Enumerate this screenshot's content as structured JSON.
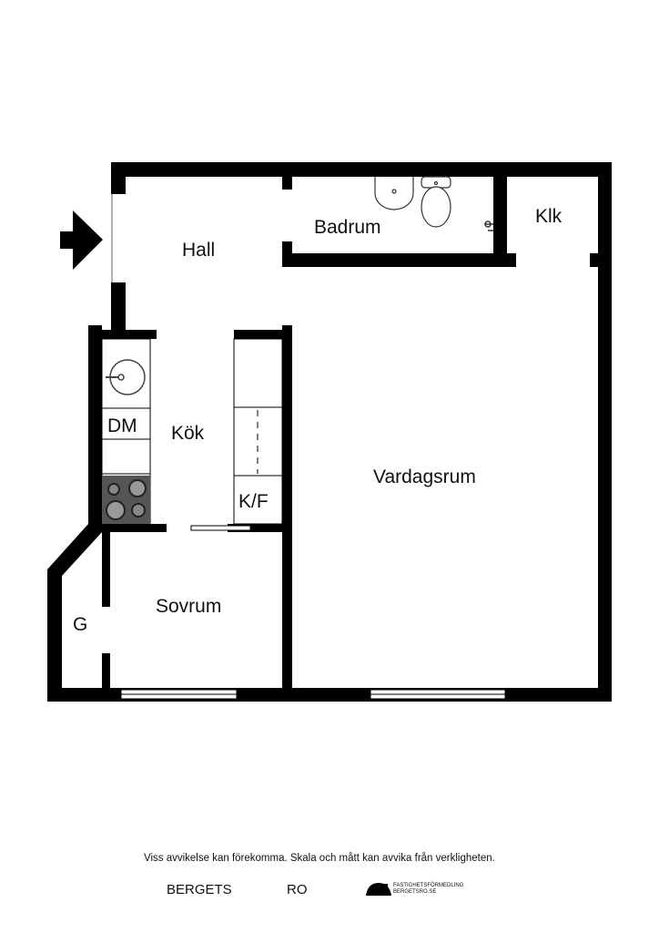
{
  "rooms": {
    "hall": "Hall",
    "badrum": "Badrum",
    "klk": "Klk",
    "kok": "Kök",
    "dm": "DM",
    "kf": "K/F",
    "vardagsrum": "Vardagsrum",
    "sovrum": "Sovrum",
    "g": "G"
  },
  "footer": {
    "disclaimer": "Viss avvikelse kan förekomma. Skala och mått kan avvika från verkligheten.",
    "logo_left": "BERGETS",
    "logo_right": "RO",
    "logo_tag_line1": "FASTIGHETSFÖRMEDLING",
    "logo_tag_line2": "BERGETSRO.SE"
  },
  "colors": {
    "wall": "#000000",
    "stove": "#555555"
  }
}
